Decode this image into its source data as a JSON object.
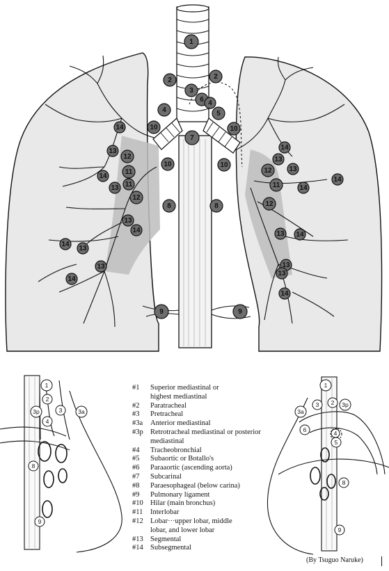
{
  "top_markers": [
    {
      "id": "1",
      "label": "1"
    },
    {
      "id": "2R",
      "label": "2"
    },
    {
      "id": "2L",
      "label": "2"
    },
    {
      "id": "3",
      "label": "3"
    },
    {
      "id": "6",
      "label": "6"
    },
    {
      "id": "4R",
      "label": "4"
    },
    {
      "id": "4L",
      "label": "4"
    },
    {
      "id": "5",
      "label": "5"
    },
    {
      "id": "10a",
      "label": "10"
    },
    {
      "id": "10b",
      "label": "10"
    },
    {
      "id": "10c",
      "label": "10"
    },
    {
      "id": "10d",
      "label": "10"
    },
    {
      "id": "7",
      "label": "7"
    },
    {
      "id": "8R",
      "label": "8"
    },
    {
      "id": "8L",
      "label": "8"
    },
    {
      "id": "9R",
      "label": "9"
    },
    {
      "id": "9L",
      "label": "9"
    },
    {
      "id": "12a",
      "label": "12"
    },
    {
      "id": "11a",
      "label": "11"
    },
    {
      "id": "11b",
      "label": "11"
    },
    {
      "id": "12b",
      "label": "12"
    },
    {
      "id": "12c",
      "label": "12"
    },
    {
      "id": "11c",
      "label": "11"
    },
    {
      "id": "12d",
      "label": "12"
    },
    {
      "id": "14a",
      "label": "14"
    },
    {
      "id": "13a",
      "label": "13"
    },
    {
      "id": "14b",
      "label": "14"
    },
    {
      "id": "13b",
      "label": "13"
    },
    {
      "id": "14c",
      "label": "14"
    },
    {
      "id": "14d",
      "label": "14"
    },
    {
      "id": "13c",
      "label": "13"
    },
    {
      "id": "13d",
      "label": "13"
    },
    {
      "id": "14e",
      "label": "14"
    },
    {
      "id": "14f",
      "label": "14"
    },
    {
      "id": "13e",
      "label": "13"
    },
    {
      "id": "13f",
      "label": "13"
    },
    {
      "id": "13g",
      "label": "13"
    },
    {
      "id": "14g",
      "label": "14"
    },
    {
      "id": "13h",
      "label": "13"
    },
    {
      "id": "14h",
      "label": "14"
    },
    {
      "id": "13i",
      "label": "13"
    },
    {
      "id": "14i",
      "label": "14"
    },
    {
      "id": "13j",
      "label": "13"
    },
    {
      "id": "14j",
      "label": "14"
    }
  ],
  "left_markers": [
    {
      "id": "L1",
      "label": "1"
    },
    {
      "id": "L2",
      "label": "2"
    },
    {
      "id": "L3p",
      "label": "3p"
    },
    {
      "id": "L3",
      "label": "3"
    },
    {
      "id": "L4",
      "label": "4"
    },
    {
      "id": "L3a",
      "label": "3a"
    },
    {
      "id": "L8",
      "label": "8"
    },
    {
      "id": "L9",
      "label": "9"
    }
  ],
  "right_markers": [
    {
      "id": "R1",
      "label": "1"
    },
    {
      "id": "R3",
      "label": "3"
    },
    {
      "id": "R2",
      "label": "2"
    },
    {
      "id": "R3p",
      "label": "3p"
    },
    {
      "id": "R3a",
      "label": "3a"
    },
    {
      "id": "R6",
      "label": "6"
    },
    {
      "id": "R4",
      "label": "4"
    },
    {
      "id": "R5",
      "label": "5"
    },
    {
      "id": "R8",
      "label": "8"
    },
    {
      "id": "R9",
      "label": "9"
    }
  ],
  "legend": [
    {
      "num": "#1",
      "text": "Superior mediastinal or"
    },
    {
      "num": "",
      "text": "highest mediastinal"
    },
    {
      "num": "#2",
      "text": "Paratracheal"
    },
    {
      "num": "#3",
      "text": "Pretracheal"
    },
    {
      "num": "#3a",
      "text": "Anterior mediastinal"
    },
    {
      "num": "#3p",
      "text": "Retrotracheal mediastinal or posterior"
    },
    {
      "num": "",
      "text": "mediastinal"
    },
    {
      "num": "#4",
      "text": "Tracheobronchial"
    },
    {
      "num": "#5",
      "text": "Subaortic or Botallo's"
    },
    {
      "num": "#6",
      "text": "Paraaortic (ascending aorta)"
    },
    {
      "num": "#7",
      "text": "Subcarinal"
    },
    {
      "num": "#8",
      "text": "Paraesophageal (below carina)"
    },
    {
      "num": "#9",
      "text": "Pulmonary ligament"
    },
    {
      "num": "#10",
      "text": "Hilar (main bronchus)"
    },
    {
      "num": "#11",
      "text": "Interlobar"
    },
    {
      "num": "#12",
      "text": "Lobar···upper lobar, middle"
    },
    {
      "num": "",
      "text": "lobar, and lower lobar"
    },
    {
      "num": "#13",
      "text": "Segmental"
    },
    {
      "num": "#14",
      "text": "Subsegmental"
    }
  ],
  "credit": "(By Tsuguo Naruke)",
  "colors": {
    "node_fill": "#6e6e6e",
    "node_dark_fill": "#4a4a4a",
    "lung_fill": "#e9e9e9",
    "zone_fill": "#bdbdbd",
    "line": "#111111"
  }
}
